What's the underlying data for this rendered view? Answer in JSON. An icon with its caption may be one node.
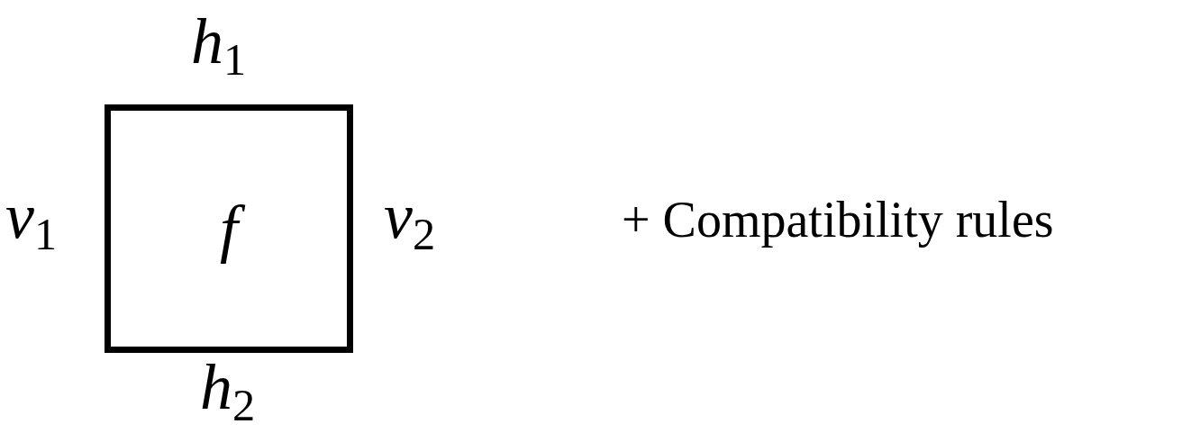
{
  "diagram": {
    "nodes": [
      {
        "text": [
          "*f*"
        ],
        "beside": [
          "*h*$_{1}$",
          "*v*$_{1}$",
          "*v*$_{2}$",
          "*h*$_{2}$"
        ]
      }
    ],
    "labels": [
      "+ Compatibility rules"
    ]
  }
}
